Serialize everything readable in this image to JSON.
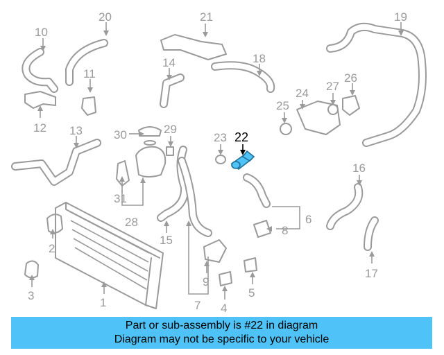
{
  "callouts": [
    "1",
    "2",
    "3",
    "4",
    "5",
    "6",
    "7",
    "8",
    "9",
    "10",
    "11",
    "12",
    "13",
    "14",
    "15",
    "16",
    "17",
    "18",
    "19",
    "20",
    "21",
    "22",
    "23",
    "24",
    "25",
    "26",
    "27",
    "28",
    "29",
    "30",
    "31"
  ],
  "highlight_color": "#4fc3f7",
  "banner": {
    "line1": "Part or sub-assembly is #22 in diagram",
    "line2": "Diagram may not be specific to your vehicle"
  }
}
